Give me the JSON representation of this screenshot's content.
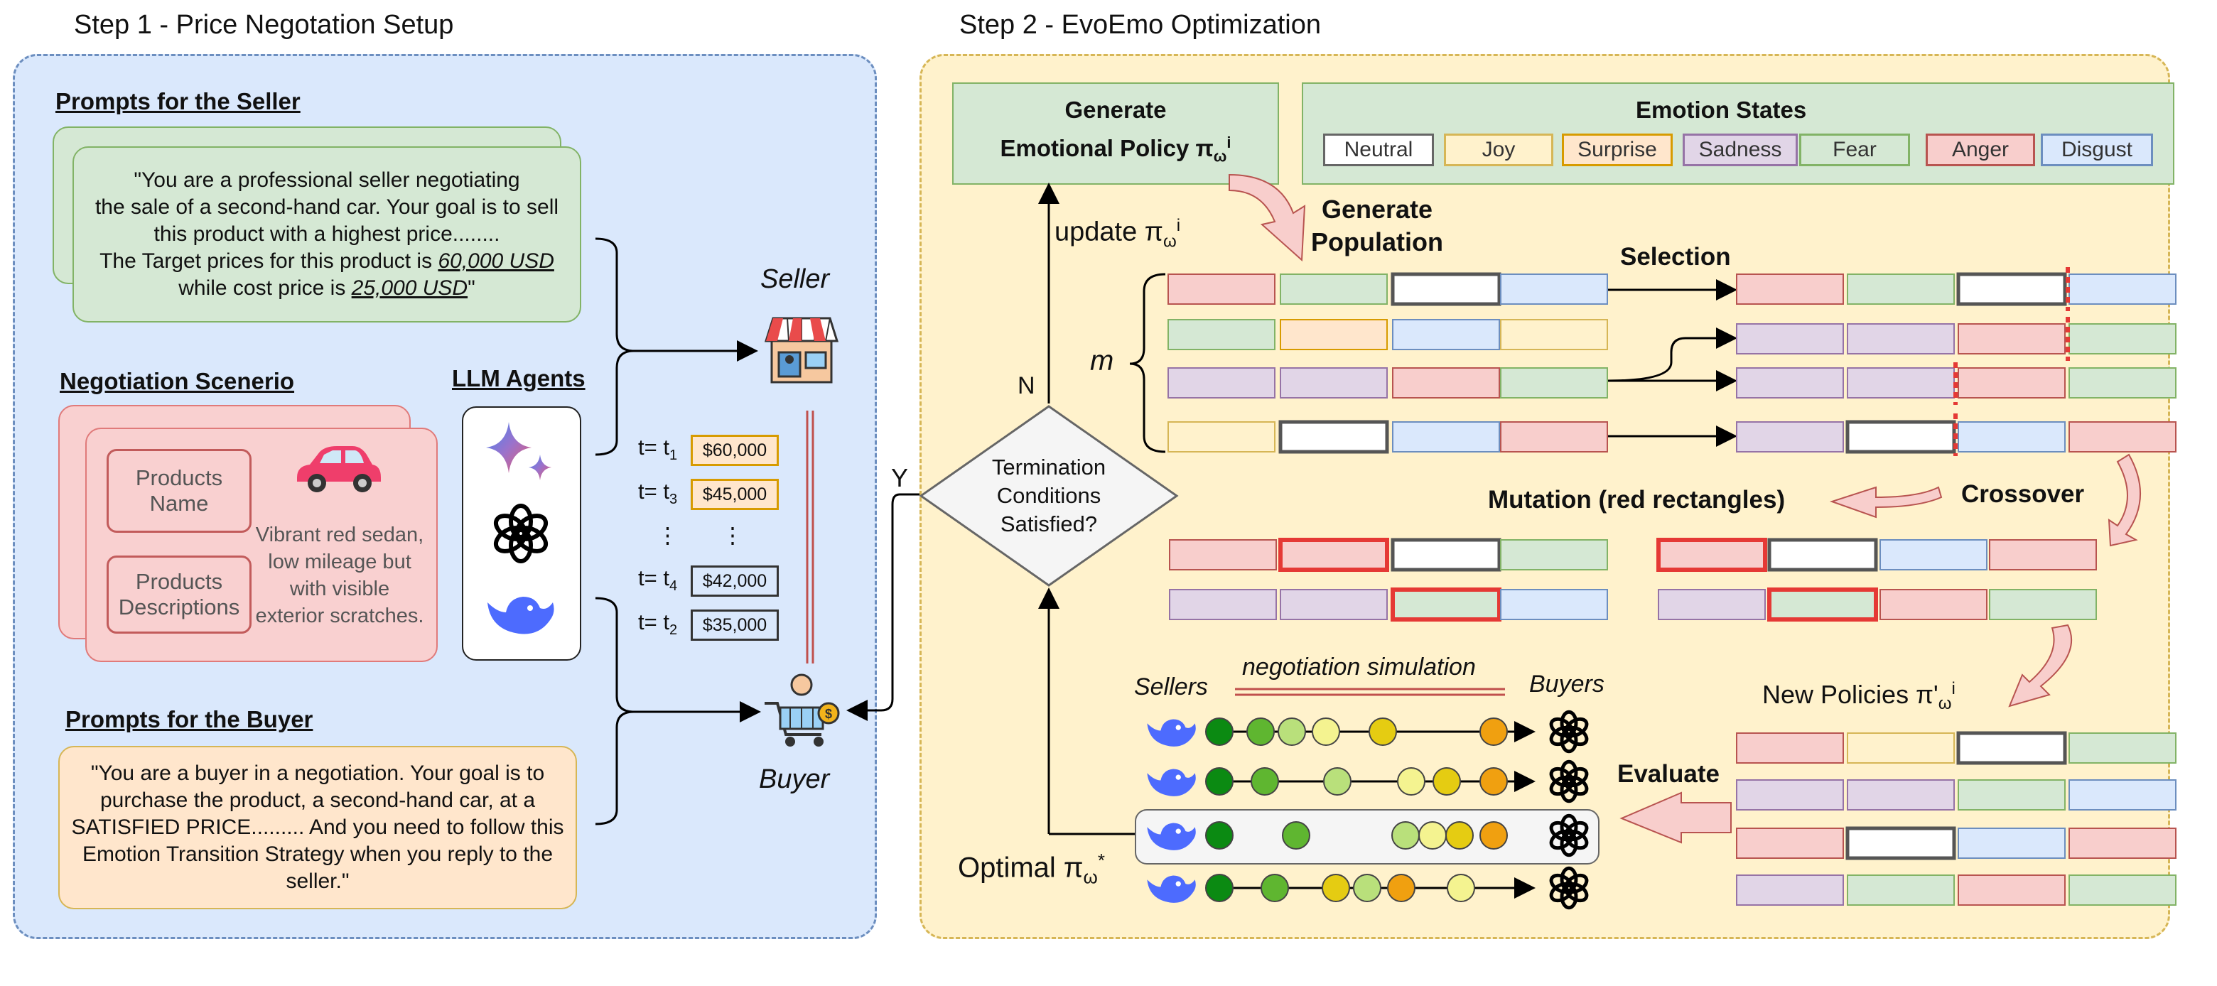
{
  "step1": {
    "title": "Step 1 - Price Negotation Setup",
    "seller_prompts": {
      "heading": "Prompts for the Seller",
      "text": [
        "\"You are a professional seller negotiating",
        "the sale of a second-hand car. Your goal is to sell",
        "this product with a highest price........",
        "The Target prices for this product is",
        "60,000 USD",
        "while cost price is",
        "25,000 USD",
        "\""
      ]
    },
    "scenario": {
      "heading": "Negotiation Scenerio",
      "name_box": "Products Name",
      "desc_box": "Products Descriptions",
      "car_text": "Vibrant red sedan, low mileage but with visible exterior scratches."
    },
    "llm_agents": {
      "heading": "LLM Agents",
      "icons": [
        "gemini-icon",
        "openai-icon",
        "deepseek-icon"
      ]
    },
    "seller_label": "Seller",
    "buyer_label": "Buyer",
    "timeline": [
      {
        "t": "t= t",
        "sub": "1",
        "price": "$60,000",
        "role": "seller"
      },
      {
        "t": "t= t",
        "sub": "3",
        "price": "$45,000",
        "role": "seller"
      },
      {
        "t": "⋮",
        "sub": "",
        "price": "⋮",
        "role": "none"
      },
      {
        "t": "t= t",
        "sub": "4",
        "price": "$42,000",
        "role": "buyer"
      },
      {
        "t": "t= t",
        "sub": "2",
        "price": "$35,000",
        "role": "buyer"
      }
    ],
    "buyer_prompts": {
      "heading": "Prompts for the Buyer",
      "text": "\"You are a buyer in a negotiation. Your goal is to purchase the product, a second-hand car, at a SATISFIED PRICE......... And you need to follow this Emotion Transition Strategy when you reply to the seller.\""
    }
  },
  "step2": {
    "title": "Step 2 - EvoEmo Optimization",
    "generate_policy": {
      "line1": "Generate",
      "line2": "Emotional Policy π",
      "sub": "ω",
      "sup": "i"
    },
    "emotion_states": {
      "heading": "Emotion States",
      "items": [
        {
          "label": "Neutral",
          "fill": "#ffffff",
          "stroke": "#666666"
        },
        {
          "label": "Joy",
          "fill": "#fff2cc",
          "stroke": "#d6b656"
        },
        {
          "label": "Surprise",
          "fill": "#ffe6cc",
          "stroke": "#d79b00"
        },
        {
          "label": "Sadness",
          "fill": "#e1d5e7",
          "stroke": "#9673a6"
        },
        {
          "label": "Fear",
          "fill": "#d5e8d4",
          "stroke": "#82b366"
        },
        {
          "label": "Anger",
          "fill": "#f8cecc",
          "stroke": "#b85450"
        },
        {
          "label": "Disgust",
          "fill": "#dae8fc",
          "stroke": "#6c8ebf"
        }
      ]
    },
    "update_label": {
      "text": "update π",
      "sub": "ω",
      "sup": "i"
    },
    "generate_population": [
      "Generate",
      "Population"
    ],
    "m_label": "m",
    "n_label": "N",
    "y_label": "Y",
    "termination": [
      "Termination",
      "Conditions",
      "Satisfied?"
    ],
    "selection_label": "Selection",
    "crossover_label": "Crossover",
    "mutation_label": "Mutation (red rectangles)",
    "new_policies": {
      "text": "New Policies π'",
      "sub": "ω",
      "sup": "i"
    },
    "evaluate_label": "Evaluate",
    "optimal_label": {
      "text": "Optimal π",
      "sub": "ω",
      "sup": "*"
    },
    "sellers_label": "Sellers",
    "buyers_label": "Buyers",
    "simulation_label": "negotiation simulation",
    "population": [
      [
        "Anger",
        "Fear",
        "Neutral",
        "Disgust"
      ],
      [
        "Fear",
        "Surprise",
        "Disgust",
        "Joy"
      ],
      [
        "Sadness",
        "Sadness",
        "Anger",
        "Fear"
      ],
      [
        "Joy",
        "Neutral",
        "Disgust",
        "Anger"
      ]
    ],
    "selected": [
      [
        "Anger",
        "Fear",
        "Neutral",
        "Disgust"
      ],
      [
        "Sadness",
        "Sadness",
        "Anger",
        "Fear"
      ],
      [
        "Sadness",
        "Sadness",
        "Anger",
        "Fear"
      ],
      [
        "Sadness",
        "Neutral",
        "Disgust",
        "Anger"
      ]
    ],
    "crossover_rows": [
      [
        "Anger",
        "Neutral",
        "Disgust",
        "Anger"
      ],
      [
        "Sadness",
        "Fear",
        "Anger",
        "Fear"
      ]
    ],
    "mutation_rows": [
      [
        "Anger",
        "Anger",
        "Neutral",
        "Fear"
      ],
      [
        "Sadness",
        "Sadness",
        "Fear",
        "Disgust"
      ]
    ],
    "new_policies_rows": [
      [
        "Anger",
        "Joy",
        "Neutral",
        "Fear"
      ],
      [
        "Sadness",
        "Sadness",
        "Fear",
        "Disgust"
      ],
      [
        "Anger",
        "Neutral",
        "Disgust",
        "Anger"
      ],
      [
        "Sadness",
        "Fear",
        "Anger",
        "Fear"
      ]
    ]
  }
}
